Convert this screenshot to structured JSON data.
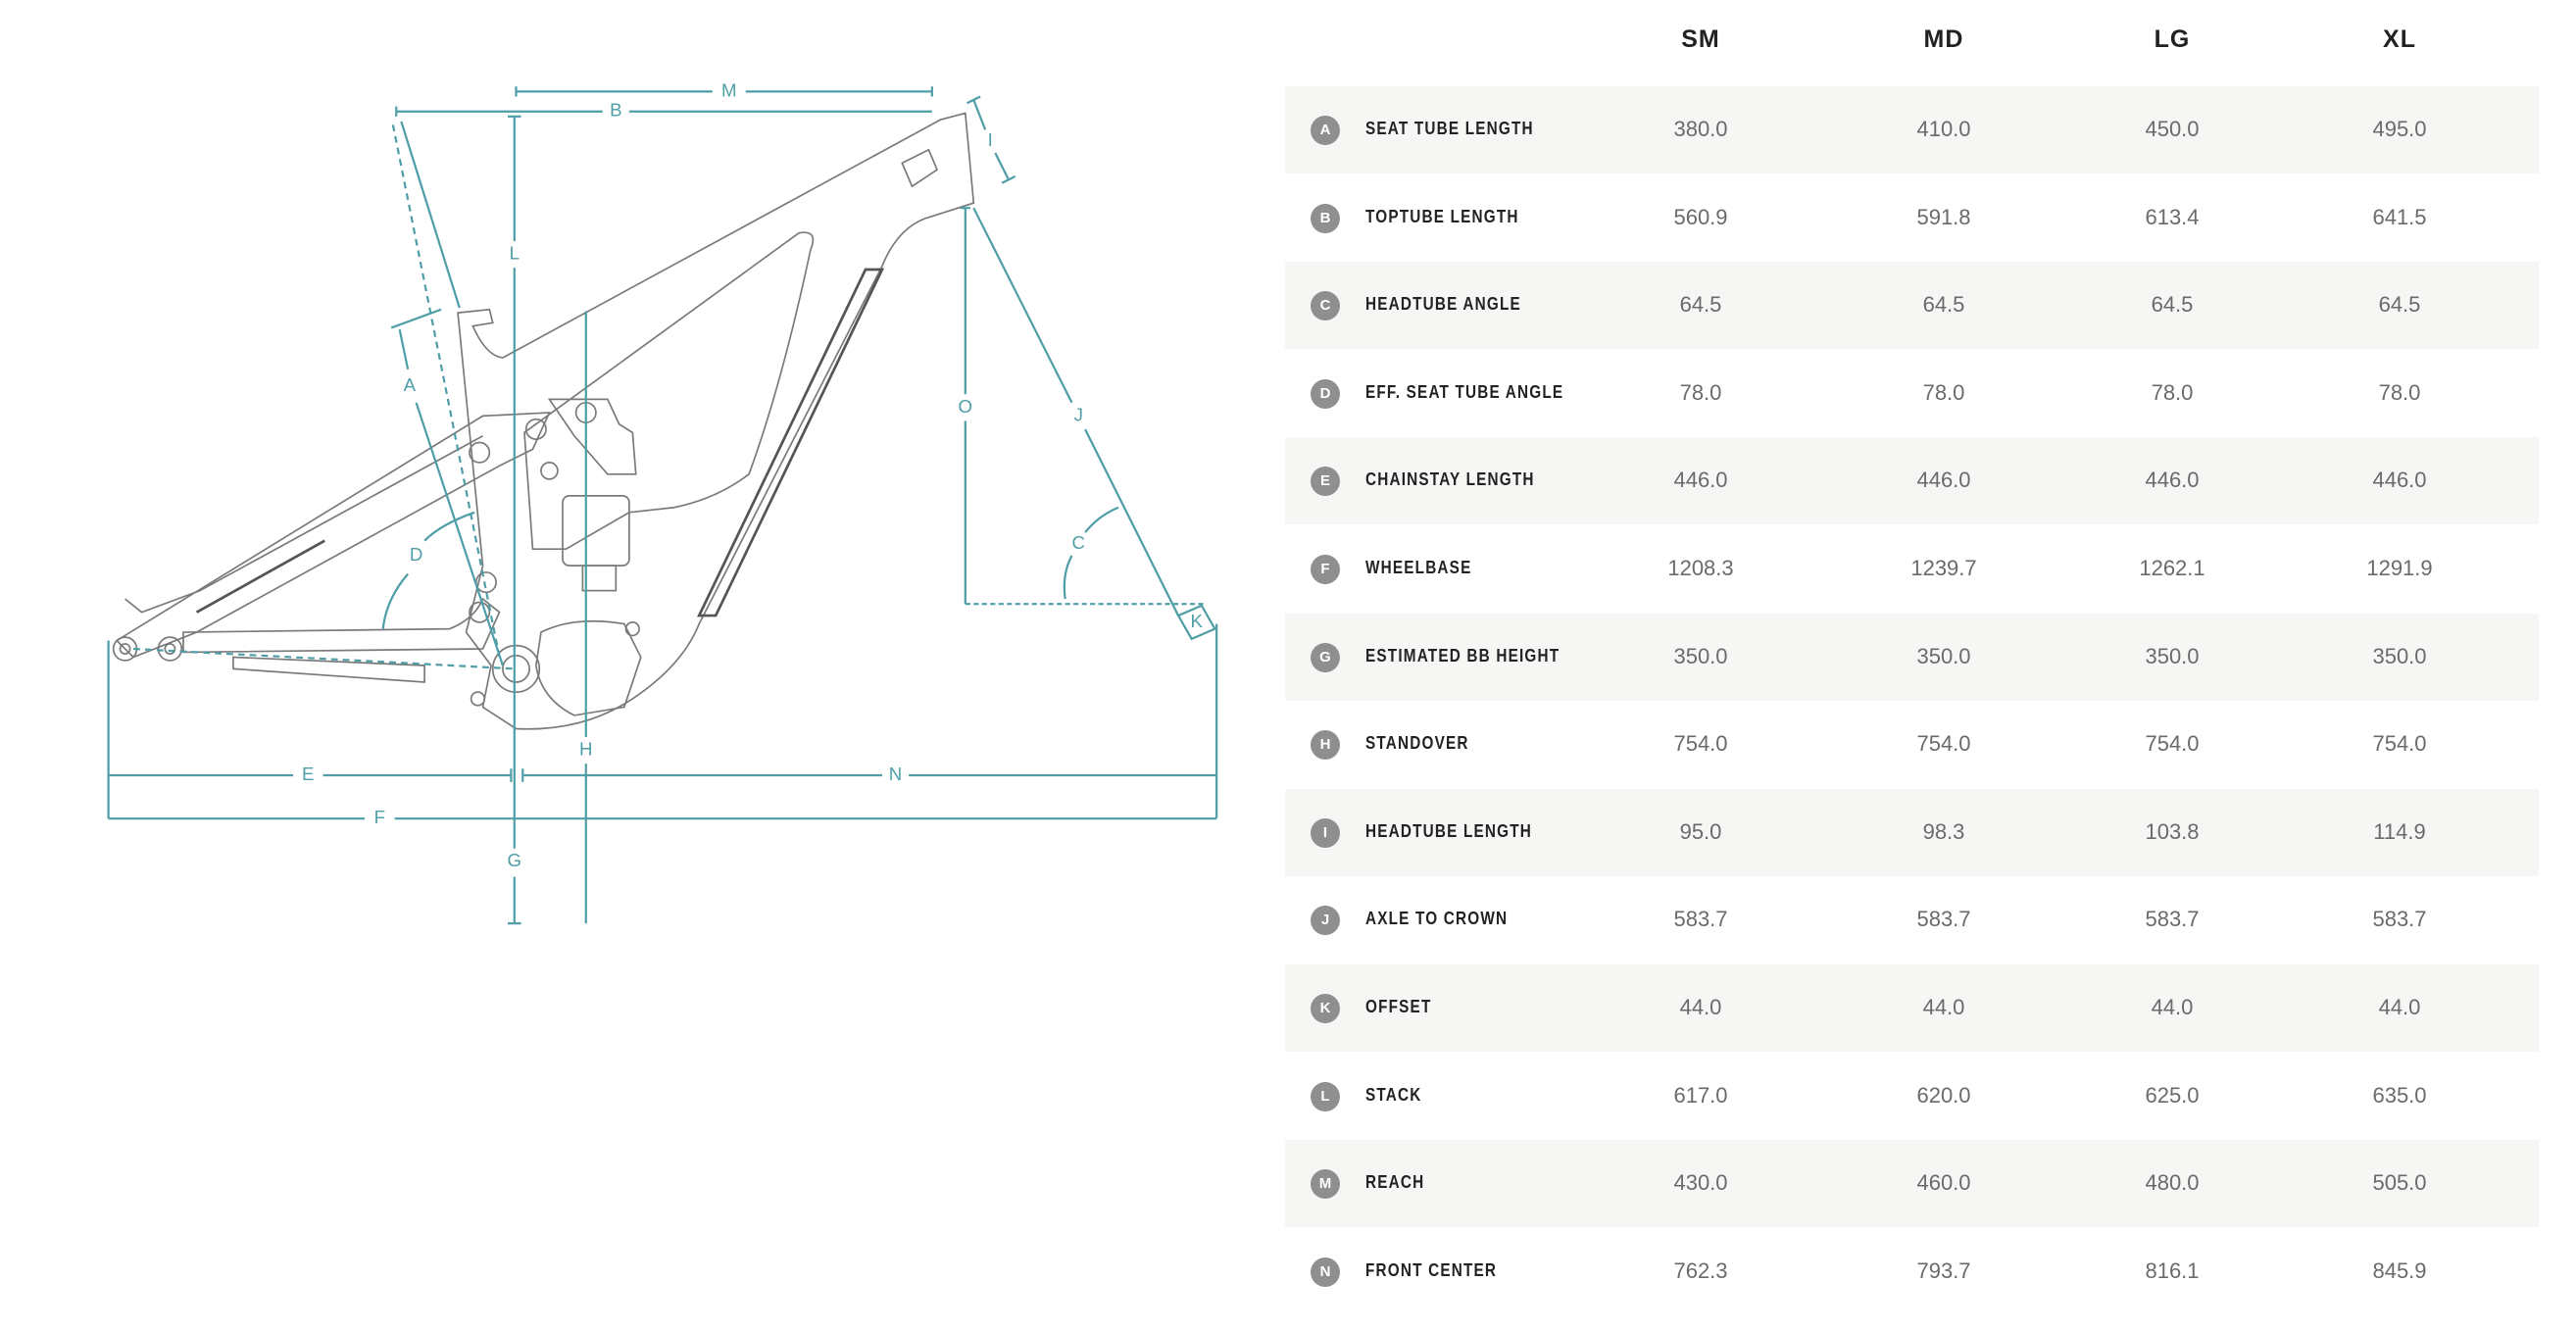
{
  "colors": {
    "accent": "#4f9ea7",
    "badge": "#8f8f8f",
    "row_shade": "#f6f6f4"
  },
  "diagram": {
    "labels": {
      "A": "A",
      "B": "B",
      "C": "C",
      "D": "D",
      "E": "E",
      "F": "F",
      "G": "G",
      "H": "H",
      "I": "I",
      "J": "J",
      "K": "K",
      "L": "L",
      "M": "M",
      "N": "N",
      "O": "O"
    }
  },
  "table": {
    "columns": [
      "SM",
      "MD",
      "LG",
      "XL"
    ],
    "rows": [
      {
        "key": "A",
        "label": "SEAT TUBE LENGTH",
        "values": [
          "380.0",
          "410.0",
          "450.0",
          "495.0"
        ]
      },
      {
        "key": "B",
        "label": "TOPTUBE LENGTH",
        "values": [
          "560.9",
          "591.8",
          "613.4",
          "641.5"
        ]
      },
      {
        "key": "C",
        "label": "HEADTUBE ANGLE",
        "values": [
          "64.5",
          "64.5",
          "64.5",
          "64.5"
        ]
      },
      {
        "key": "D",
        "label": "EFF. SEAT TUBE ANGLE",
        "values": [
          "78.0",
          "78.0",
          "78.0",
          "78.0"
        ]
      },
      {
        "key": "E",
        "label": "CHAINSTAY LENGTH",
        "values": [
          "446.0",
          "446.0",
          "446.0",
          "446.0"
        ]
      },
      {
        "key": "F",
        "label": "WHEELBASE",
        "values": [
          "1208.3",
          "1239.7",
          "1262.1",
          "1291.9"
        ]
      },
      {
        "key": "G",
        "label": "ESTIMATED BB HEIGHT",
        "values": [
          "350.0",
          "350.0",
          "350.0",
          "350.0"
        ]
      },
      {
        "key": "H",
        "label": "STANDOVER",
        "values": [
          "754.0",
          "754.0",
          "754.0",
          "754.0"
        ]
      },
      {
        "key": "I",
        "label": "HEADTUBE LENGTH",
        "values": [
          "95.0",
          "98.3",
          "103.8",
          "114.9"
        ]
      },
      {
        "key": "J",
        "label": "AXLE TO CROWN",
        "values": [
          "583.7",
          "583.7",
          "583.7",
          "583.7"
        ]
      },
      {
        "key": "K",
        "label": "OFFSET",
        "values": [
          "44.0",
          "44.0",
          "44.0",
          "44.0"
        ]
      },
      {
        "key": "L",
        "label": "STACK",
        "values": [
          "617.0",
          "620.0",
          "625.0",
          "635.0"
        ]
      },
      {
        "key": "M",
        "label": "REACH",
        "values": [
          "430.0",
          "460.0",
          "480.0",
          "505.0"
        ]
      },
      {
        "key": "N",
        "label": "FRONT CENTER",
        "values": [
          "762.3",
          "793.7",
          "816.1",
          "845.9"
        ]
      }
    ]
  }
}
